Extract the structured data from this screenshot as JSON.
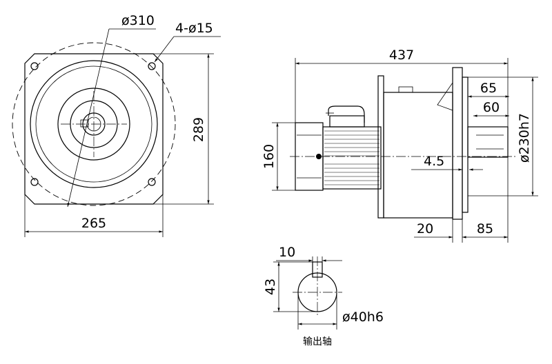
{
  "front_view": {
    "dim_pcd": "ø310",
    "dim_holes": "4-ø15",
    "dim_height": "289",
    "dim_width": "265"
  },
  "side_view": {
    "dim_total_length": "437",
    "dim_65": "65",
    "dim_60": "60",
    "dim_motor_dia": "160",
    "dim_4_5": "4.5",
    "dim_spigot": "ø230h7",
    "dim_20": "20",
    "dim_85": "85"
  },
  "shaft_section": {
    "dim_key_width": "10",
    "dim_key_height": "43",
    "dim_shaft_dia": "ø40h6",
    "caption": "输出轴"
  }
}
